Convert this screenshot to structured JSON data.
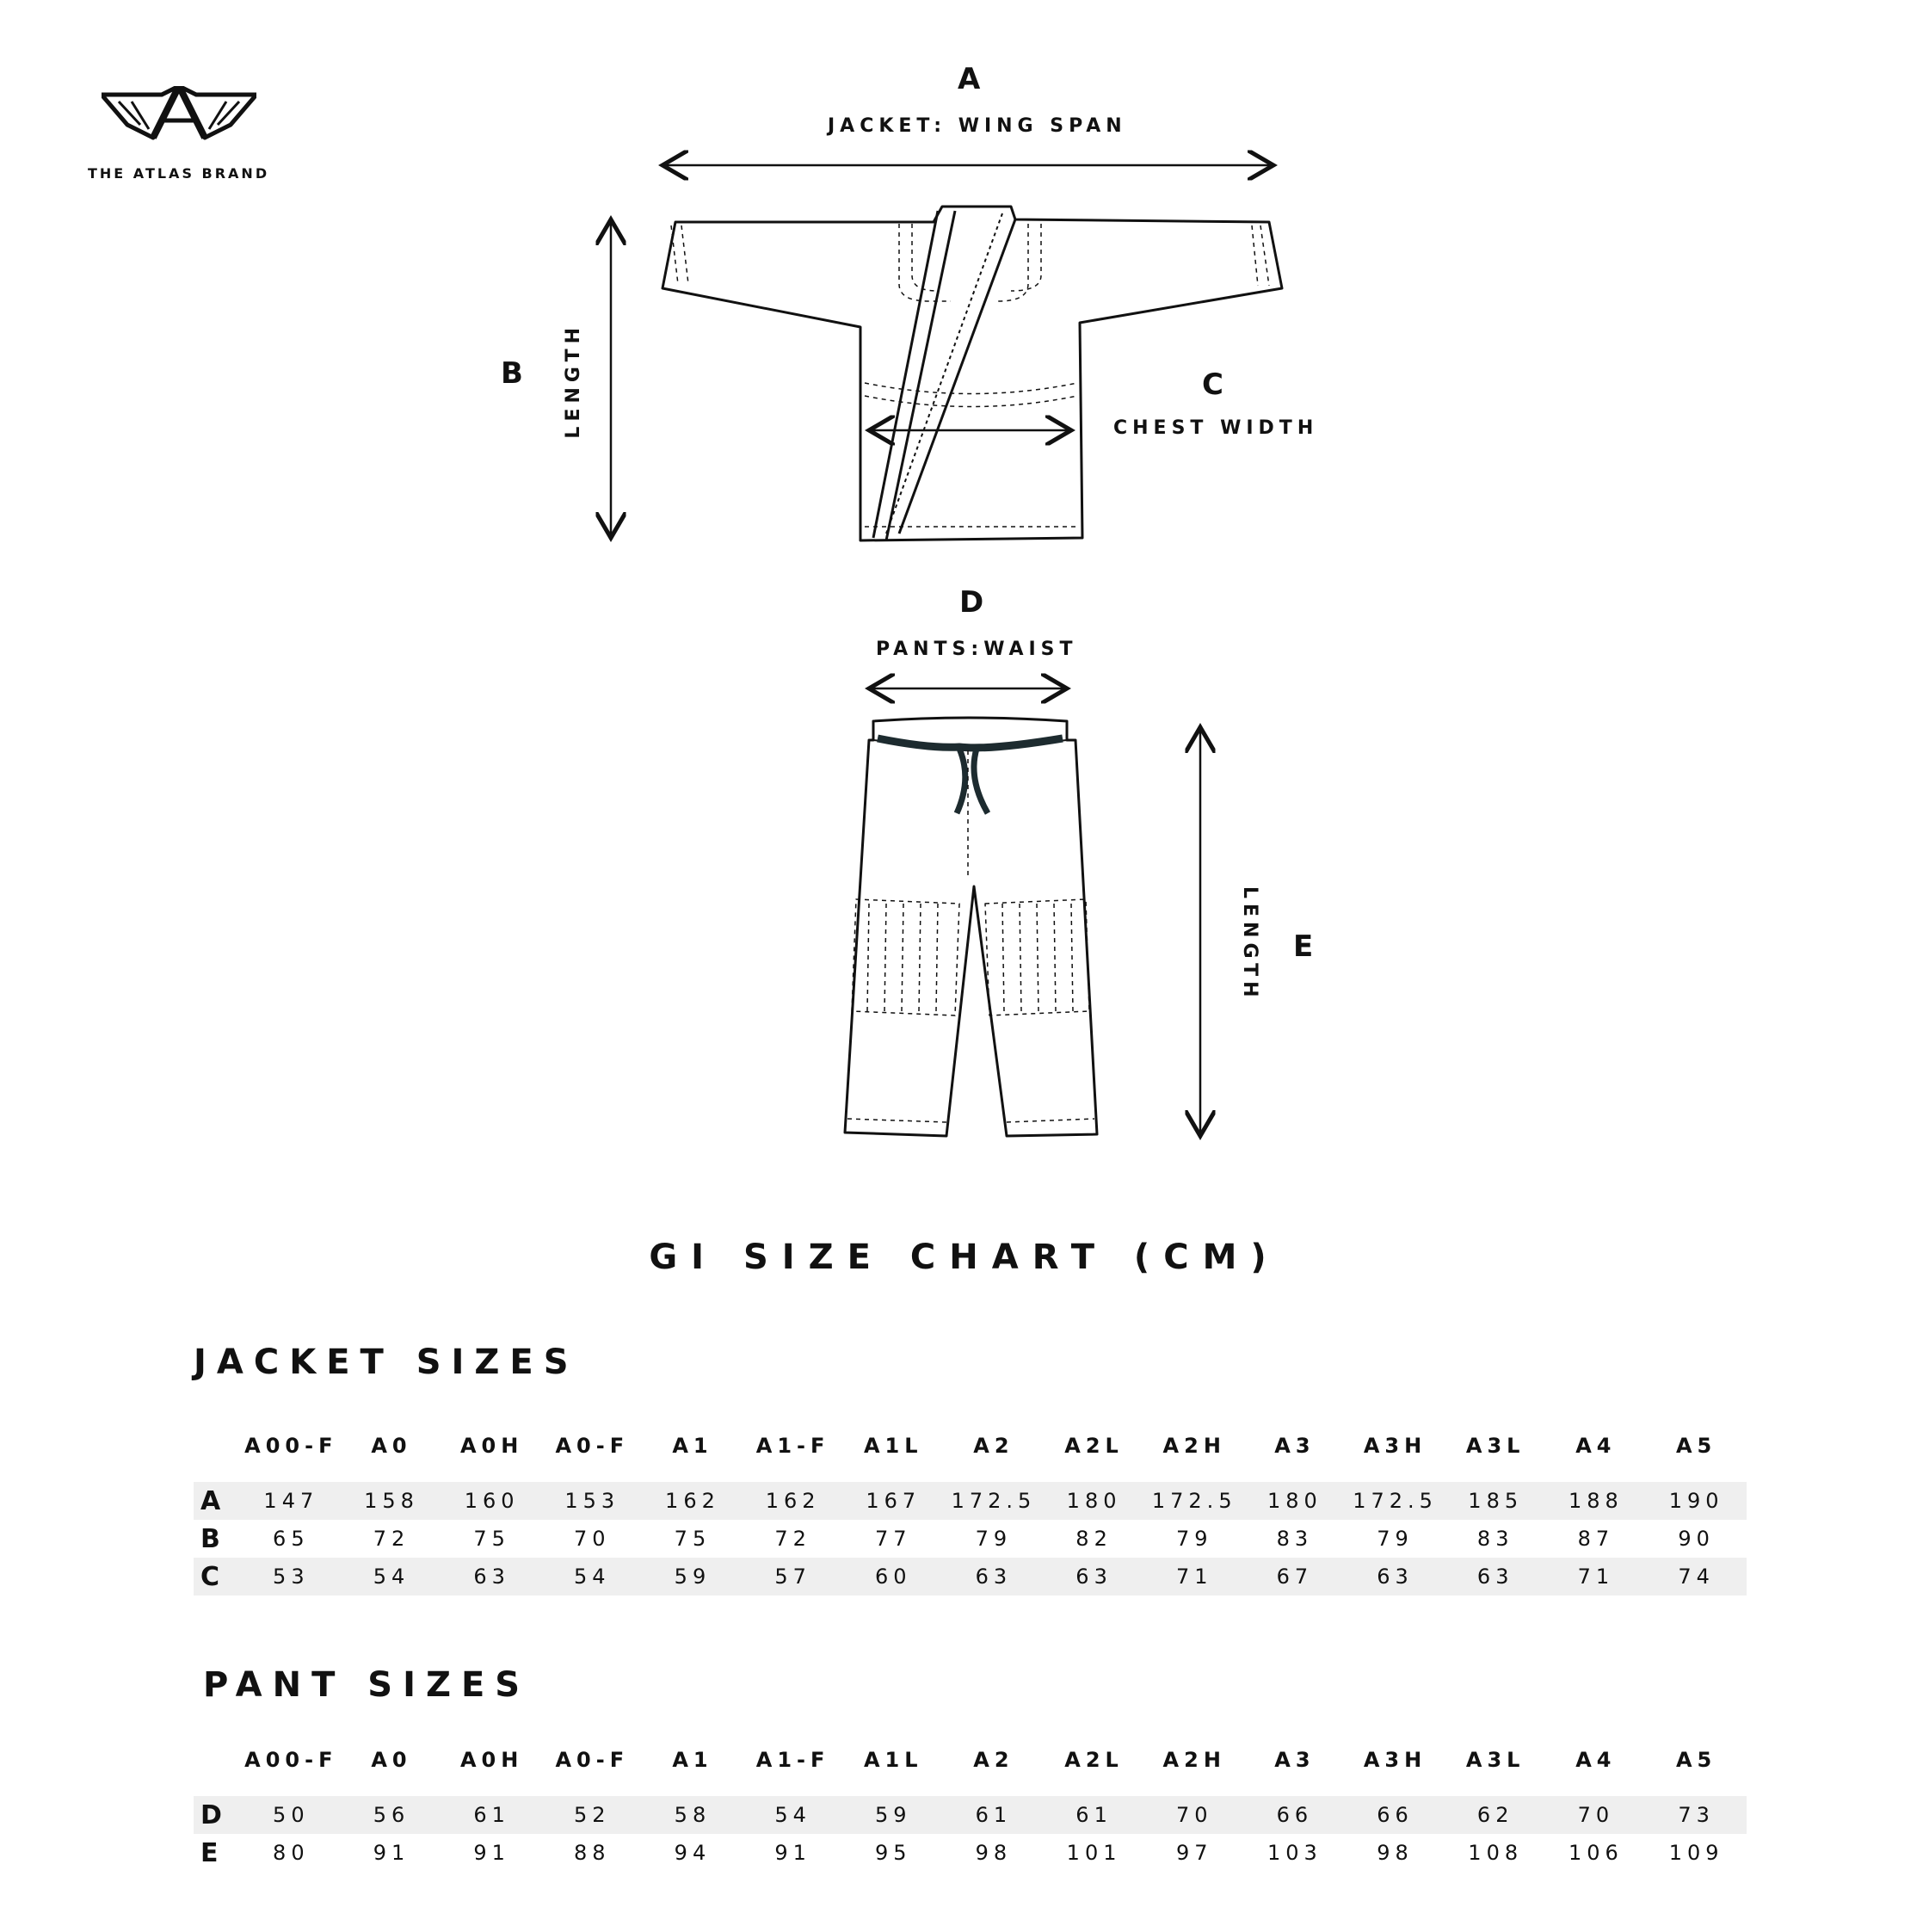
{
  "brand": {
    "name": "THE ATLAS BRAND"
  },
  "diagram": {
    "jacket_width": {
      "letter": "A",
      "label": "JACKET: WING SPAN"
    },
    "jacket_length": {
      "letter": "B",
      "label": "LENGTH"
    },
    "chest": {
      "letter": "C",
      "label": "CHEST WIDTH"
    },
    "waist": {
      "letter": "D",
      "label": "PANTS:WAIST"
    },
    "pants_length": {
      "letter": "E",
      "label": "LENGTH"
    }
  },
  "chart_title": "GI SIZE CHART (CM)",
  "jacket_table": {
    "title": "JACKET SIZES",
    "columns": [
      "A00-F",
      "A0",
      "A0H",
      "A0-F",
      "A1",
      "A1-F",
      "A1L",
      "A2",
      "A2L",
      "A2H",
      "A3",
      "A3H",
      "A3L",
      "A4",
      "A5"
    ],
    "rows": [
      {
        "label": "A",
        "values": [
          "147",
          "158",
          "160",
          "153",
          "162",
          "162",
          "167",
          "172.5",
          "180",
          "172.5",
          "180",
          "172.5",
          "185",
          "188",
          "190"
        ]
      },
      {
        "label": "B",
        "values": [
          "65",
          "72",
          "75",
          "70",
          "75",
          "72",
          "77",
          "79",
          "82",
          "79",
          "83",
          "79",
          "83",
          "87",
          "90"
        ]
      },
      {
        "label": "C",
        "values": [
          "53",
          "54",
          "63",
          "54",
          "59",
          "57",
          "60",
          "63",
          "63",
          "71",
          "67",
          "63",
          "63",
          "71",
          "74"
        ]
      }
    ]
  },
  "pant_table": {
    "title": "PANT SIZES",
    "columns": [
      "A00-F",
      "A0",
      "A0H",
      "A0-F",
      "A1",
      "A1-F",
      "A1L",
      "A2",
      "A2L",
      "A2H",
      "A3",
      "A3H",
      "A3L",
      "A4",
      "A5"
    ],
    "rows": [
      {
        "label": "D",
        "values": [
          "50",
          "56",
          "61",
          "52",
          "58",
          "54",
          "59",
          "61",
          "61",
          "70",
          "66",
          "66",
          "62",
          "70",
          "73"
        ]
      },
      {
        "label": "E",
        "values": [
          "80",
          "91",
          "91",
          "88",
          "94",
          "91",
          "95",
          "98",
          "101",
          "97",
          "103",
          "98",
          "108",
          "106",
          "109"
        ]
      }
    ]
  }
}
